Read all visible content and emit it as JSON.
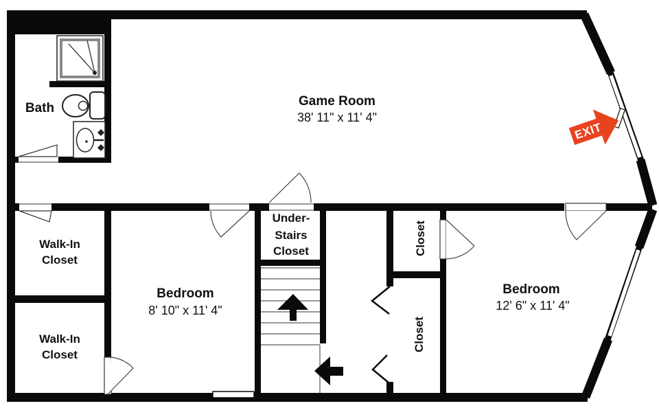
{
  "rooms": {
    "bath": {
      "label": "Bath"
    },
    "game_room": {
      "label": "Game Room",
      "dimensions": "38' 11\" x 11' 4\""
    },
    "walk_in_closet_upper": {
      "line1": "Walk-In",
      "line2": "Closet"
    },
    "walk_in_closet_lower": {
      "line1": "Walk-In",
      "line2": "Closet"
    },
    "bedroom_left": {
      "label": "Bedroom",
      "dimensions": "8' 10\" x 11' 4\""
    },
    "under_stairs_closet": {
      "line1": "Under-",
      "line2": "Stairs",
      "line3": "Closet"
    },
    "closet_upper": {
      "label": "Closet"
    },
    "closet_lower": {
      "label": "Closet"
    },
    "bedroom_right": {
      "label": "Bedroom",
      "dimensions": "12' 6\" x 11' 4\""
    }
  },
  "exit_sign": {
    "label": "EXIT",
    "color": "#e8431f"
  },
  "colors": {
    "wall": "#0a0a0a",
    "background": "#ffffff"
  }
}
